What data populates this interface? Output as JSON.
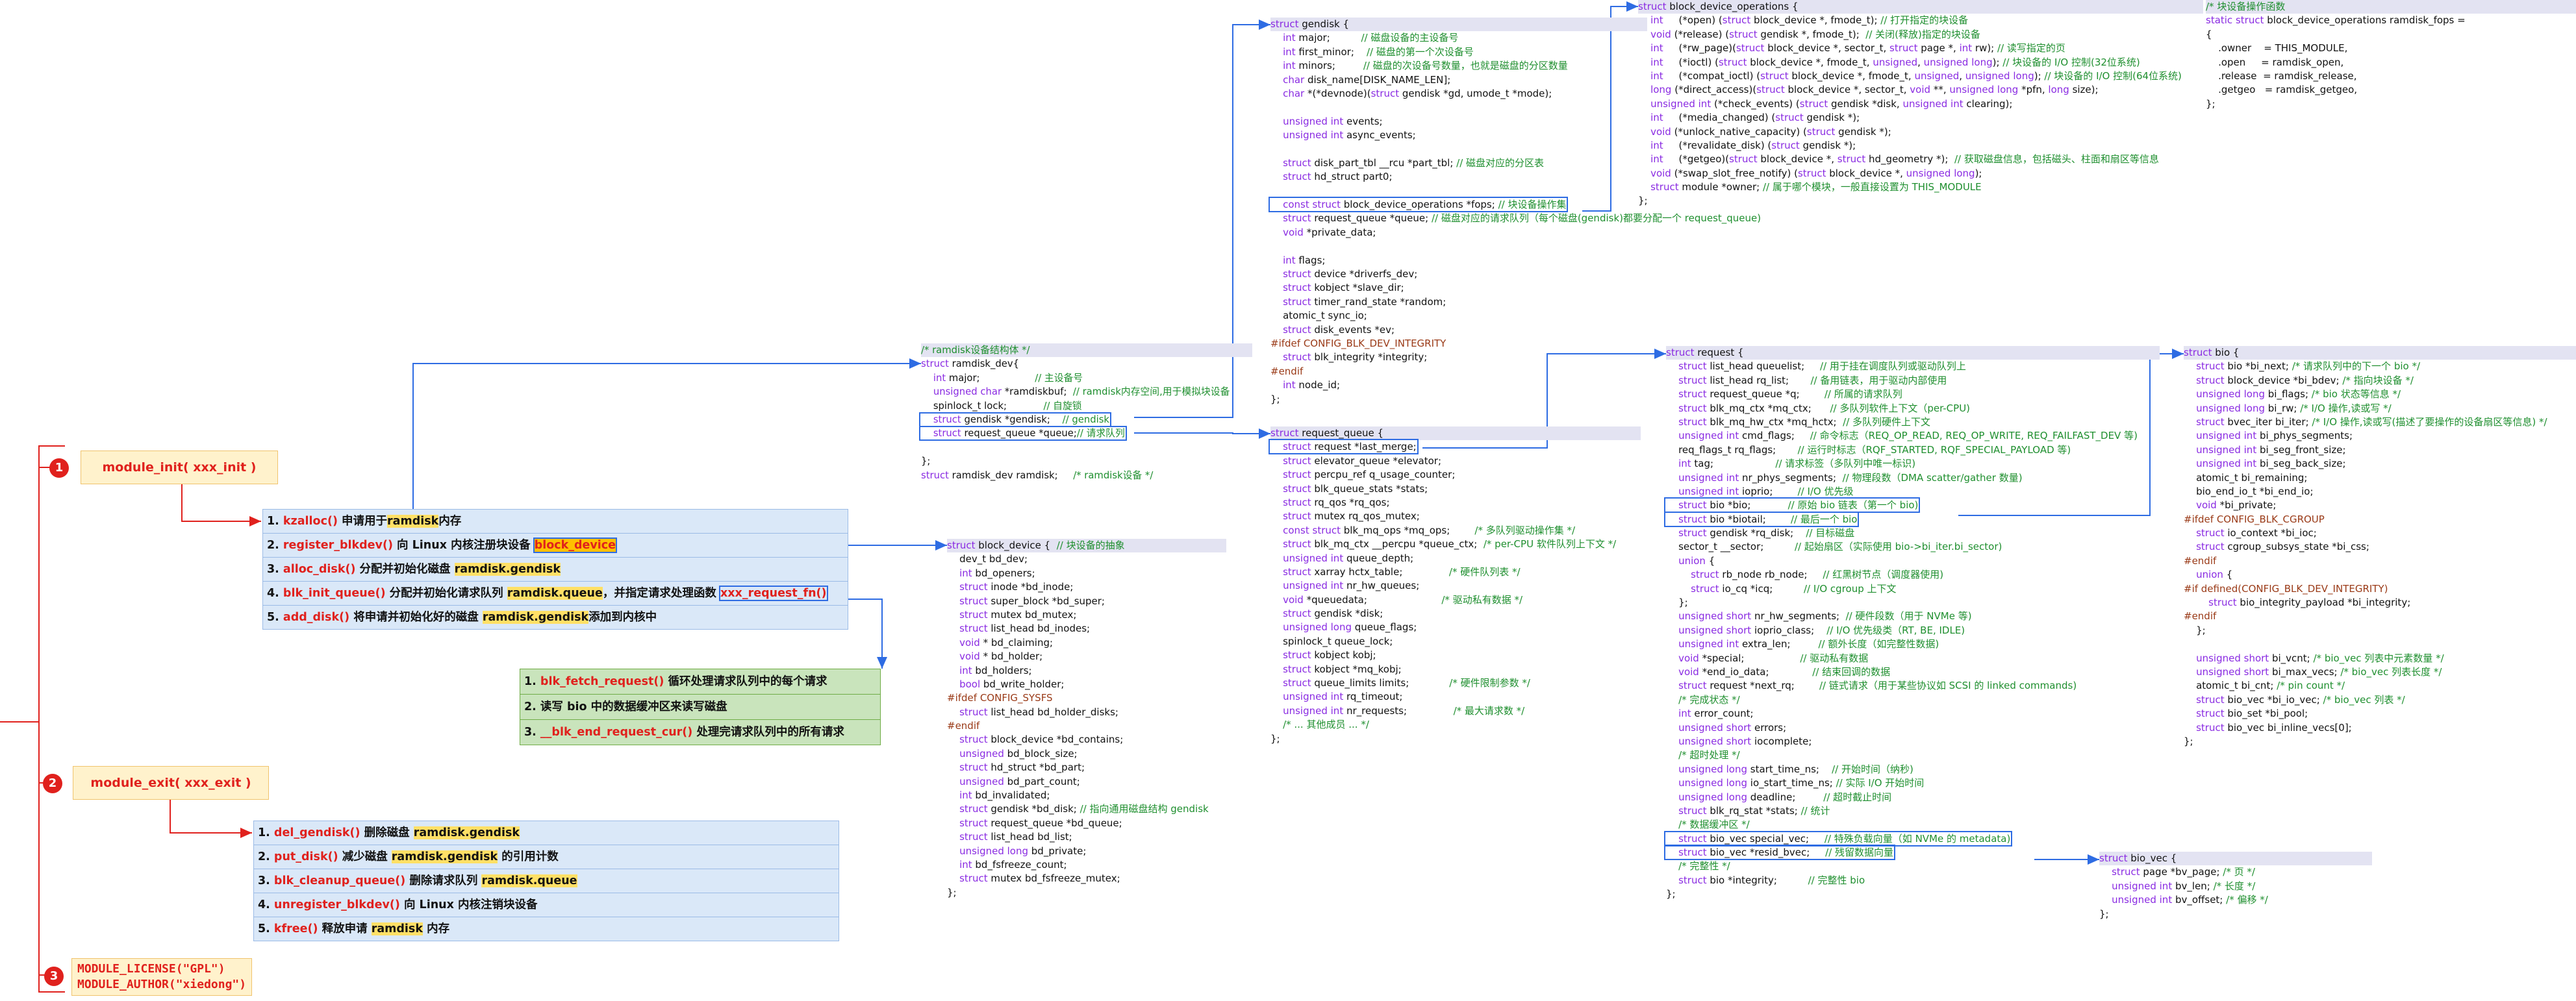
{
  "steps": {
    "init": {
      "num": "1",
      "label": "module_init( xxx_init )"
    },
    "exit": {
      "num": "2",
      "label": "module_exit( xxx_exit )"
    },
    "lic": {
      "num": "3",
      "line1": "MODULE_LICENSE(\"GPL\")",
      "line2": "MODULE_AUTHOR(\"xiedong\")"
    }
  },
  "init_list": [
    {
      "pre": "1. ",
      "fn": "kzalloc()",
      "mid": " 申请用于",
      "hl": "ramdisk",
      "post": "内存"
    },
    {
      "pre": "2. ",
      "fn": "register_blkdev()",
      "mid": " 向 Linux 内核注册块设备 ",
      "hl": "block_device",
      "post": ""
    },
    {
      "pre": "3. ",
      "fn": "alloc_disk()",
      "mid": " 分配并初始化磁盘 ",
      "hl": "ramdisk.gendisk",
      "post": ""
    },
    {
      "pre": "4. ",
      "fn": "blk_init_queue()",
      "mid": " 分配并初始化请求队列 ",
      "hl": "ramdisk.queue",
      "post": "，并指定请求处理函数 ",
      "fn2": "xxx_request_fn()"
    },
    {
      "pre": "5. ",
      "fn": "add_disk()",
      "mid": " 将申请并初始化好的磁盘 ",
      "hl": "ramdisk.gendisk",
      "post": "添加到内核中"
    }
  ],
  "req_list": [
    {
      "pre": "1. ",
      "fn": "blk_fetch_request()",
      "post": " 循环处理请求队列中的每个请求"
    },
    {
      "pre": "2. 读写 bio 中的数据缓冲区来读写磁盘",
      "fn": "",
      "post": ""
    },
    {
      "pre": "3. ",
      "fn": "__blk_end_request_cur()",
      "post": " 处理完请求队列中的所有请求"
    }
  ],
  "exit_list": [
    {
      "pre": "1. ",
      "fn": "del_gendisk()",
      "mid": " 删除磁盘 ",
      "hl": "ramdisk.gendisk",
      "post": ""
    },
    {
      "pre": "2. ",
      "fn": "put_disk()",
      "mid": " 减少磁盘 ",
      "hl": "ramdisk.gendisk",
      "post": " 的引用计数"
    },
    {
      "pre": "3. ",
      "fn": "blk_cleanup_queue()",
      "mid": " 删除请求队列 ",
      "hl": "ramdisk.queue",
      "post": ""
    },
    {
      "pre": "4. ",
      "fn": "unregister_blkdev()",
      "mid": " 向 Linux 内核注销块设备",
      "hl": "",
      "post": ""
    },
    {
      "pre": "5. ",
      "fn": "kfree()",
      "mid": " 释放申请 ",
      "hl": "ramdisk",
      "post": " 内存"
    }
  ],
  "code": {
    "ramdisk": [
      "/* ramdisk设备结构体 */",
      "struct ramdisk_dev{",
      "    int major;                  // 主设备号",
      "    unsigned char *ramdiskbuf;  // ramdisk内存空间,用于模拟块设备",
      "    spinlock_t lock;            // 自旋锁",
      "    struct gendisk *gendisk;    // gendisk",
      "    struct request_queue *queue;// 请求队列",
      "",
      "};",
      "struct ramdisk_dev ramdisk;     /* ramdisk设备 */"
    ],
    "block_device": [
      "struct block_device {  // 块设备的抽象",
      "    dev_t bd_dev;",
      "    int bd_openers;",
      "    struct inode *bd_inode;",
      "    struct super_block *bd_super;",
      "    struct mutex bd_mutex;",
      "    struct list_head bd_inodes;",
      "    void * bd_claiming;",
      "    void * bd_holder;",
      "    int bd_holders;",
      "    bool bd_write_holder;",
      "#ifdef CONFIG_SYSFS",
      "    struct list_head bd_holder_disks;",
      "#endif",
      "    struct block_device *bd_contains;",
      "    unsigned bd_block_size;",
      "    struct hd_struct *bd_part;",
      "    unsigned bd_part_count;",
      "    int bd_invalidated;",
      "    struct gendisk *bd_disk; // 指向通用磁盘结构 gendisk",
      "    struct request_queue *bd_queue;",
      "    struct list_head bd_list;",
      "    unsigned long bd_private;",
      "    int bd_fsfreeze_count;",
      "    struct mutex bd_fsfreeze_mutex;",
      "};"
    ],
    "gendisk": [
      "struct gendisk {",
      "    int major;          // 磁盘设备的主设备号",
      "    int first_minor;    // 磁盘的第一个次设备号",
      "    int minors;         // 磁盘的次设备号数量，也就是磁盘的分区数量",
      "    char disk_name[DISK_NAME_LEN];",
      "    char *(*devnode)(struct gendisk *gd, umode_t *mode);",
      "",
      "    unsigned int events;",
      "    unsigned int async_events;",
      "",
      "    struct disk_part_tbl __rcu *part_tbl; // 磁盘对应的分区表",
      "    struct hd_struct part0;",
      "",
      "    const struct block_device_operations *fops; // 块设备操作集",
      "    struct request_queue *queue; // 磁盘对应的请求队列（每个磁盘(gendisk)都要分配一个 request_queue)",
      "    void *private_data;",
      "",
      "    int flags;",
      "    struct device *driverfs_dev;",
      "    struct kobject *slave_dir;",
      "    struct timer_rand_state *random;",
      "    atomic_t sync_io;",
      "    struct disk_events *ev;",
      "#ifdef CONFIG_BLK_DEV_INTEGRITY",
      "    struct blk_integrity *integrity;",
      "#endif",
      "    int node_id;",
      "};"
    ],
    "bdops": [
      "struct block_device_operations {",
      "    int     (*open) (struct block_device *, fmode_t); // 打开指定的块设备",
      "    void (*release) (struct gendisk *, fmode_t);  // 关闭(释放)指定的块设备",
      "    int     (*rw_page)(struct block_device *, sector_t, struct page *, int rw); // 读写指定的页",
      "    int     (*ioctl) (struct block_device *, fmode_t, unsigned, unsigned long); // 块设备的 I/O 控制(32位系统)",
      "    int     (*compat_ioctl) (struct block_device *, fmode_t, unsigned, unsigned long); // 块设备的 I/O 控制(64位系统)",
      "    long (*direct_access)(struct block_device *, sector_t, void **, unsigned long *pfn, long size);",
      "    unsigned int (*check_events) (struct gendisk *disk, unsigned int clearing);",
      "    int     (*media_changed) (struct gendisk *);",
      "    void (*unlock_native_capacity) (struct gendisk *);",
      "    int     (*revalidate_disk) (struct gendisk *);",
      "    int     (*getgeo)(struct block_device *, struct hd_geometry *);  // 获取磁盘信息，包括磁头、柱面和扇区等信息",
      "    void (*swap_slot_free_notify) (struct block_device *, unsigned long);",
      "    struct module *owner; // 属于哪个模块，一般直接设置为 THIS_MODULE",
      "};"
    ],
    "fops": [
      "/* 块设备操作函数",
      "static struct block_device_operations ramdisk_fops =",
      "{",
      "    .owner    = THIS_MODULE,",
      "    .open     = ramdisk_open,",
      "    .release  = ramdisk_release,",
      "    .getgeo   = ramdisk_getgeo,",
      "};"
    ],
    "request_queue": [
      "struct request_queue {",
      "    struct request *last_merge;",
      "    struct elevator_queue *elevator;",
      "    struct percpu_ref q_usage_counter;",
      "    struct blk_queue_stats *stats;",
      "    struct rq_qos *rq_qos;",
      "    struct mutex rq_qos_mutex;",
      "    const struct blk_mq_ops *mq_ops;        /* 多队列驱动操作集 */",
      "    struct blk_mq_ctx __percpu *queue_ctx;  /* per-CPU 软件队列上下文 */",
      "    unsigned int queue_depth;",
      "    struct xarray hctx_table;               /* 硬件队列表 */",
      "    unsigned int nr_hw_queues;",
      "    void *queuedata;                        /* 驱动私有数据 */",
      "    struct gendisk *disk;",
      "    unsigned long queue_flags;",
      "    spinlock_t queue_lock;",
      "    struct kobject kobj;",
      "    struct kobject *mq_kobj;",
      "    struct queue_limits limits;             /* 硬件限制参数 */",
      "    unsigned int rq_timeout;",
      "    unsigned int nr_requests;               /* 最大请求数 */",
      "    /* ... 其他成员 ... */",
      "};"
    ],
    "request": [
      "struct request {",
      "    struct list_head queuelist;     // 用于挂在调度队列或驱动队列上",
      "    struct list_head rq_list;       // 备用链表，用于驱动内部使用",
      "    struct request_queue *q;        // 所属的请求队列",
      "    struct blk_mq_ctx *mq_ctx;      // 多队列软件上下文（per-CPU)",
      "    struct blk_mq_hw_ctx *mq_hctx;  // 多队列硬件上下文",
      "    unsigned int cmd_flags;     // 命令标志（REQ_OP_READ, REQ_OP_WRITE, REQ_FAILFAST_DEV 等)",
      "    req_flags_t rq_flags;       // 运行时标志（RQF_STARTED, RQF_SPECIAL_PAYLOAD 等)",
      "    int tag;                    // 请求标签（多队列中唯一标识)",
      "    unsigned int nr_phys_segments;  // 物理段数（DMA scatter/gather 数量)",
      "    unsigned int ioprio;        // I/O 优先级",
      "    struct bio *bio;            // 原始 bio 链表（第一个 bio)",
      "    struct bio *biotail;        // 最后一个 bio",
      "    struct gendisk *rq_disk;    // 目标磁盘",
      "    sector_t __sector;          // 起始扇区（实际使用 bio->bi_iter.bi_sector)",
      "    union {",
      "        struct rb_node rb_node;     // 红黑树节点（调度器使用)",
      "        struct io_cq *icq;          // I/O cgroup 上下文",
      "    };",
      "    unsigned short nr_hw_segments;  // 硬件段数（用于 NVMe 等)",
      "    unsigned short ioprio_class;    // I/O 优先级类（RT, BE, IDLE)",
      "    unsigned int extra_len;         // 额外长度（如完整性数据)",
      "    void *special;                  // 驱动私有数据",
      "    void *end_io_data;              // 结束回调的数据",
      "    struct request *next_rq;        // 链式请求（用于某些协议如 SCSI 的 linked commands)",
      "    /* 完成状态 */",
      "    int error_count;",
      "    unsigned short errors;",
      "    unsigned short iocomplete;",
      "    /* 超时处理 */",
      "    unsigned long start_time_ns;    // 开始时间（纳秒)",
      "    unsigned long io_start_time_ns; // 实际 I/O 开始时间",
      "    unsigned long deadline;         // 超时截止时间",
      "    struct blk_rq_stat *stats; // 统计",
      "    /* 数据缓冲区 */",
      "    struct bio_vec special_vec;     // 特殊负载向量（如 NVMe 的 metadata)",
      "    struct bio_vec *resid_bvec;     // 残留数据向量",
      "    /* 完整性 */",
      "    struct bio *integrity;          // 完整性 bio",
      "};"
    ],
    "bio": [
      "struct bio {",
      "    struct bio *bi_next; /* 请求队列中的下一个 bio */",
      "    struct block_device *bi_bdev; /* 指向块设备 */",
      "    unsigned long bi_flags; /* bio 状态等信息 */",
      "    unsigned long bi_rw; /* I/O 操作,读或写 */",
      "    struct bvec_iter bi_iter; /* I/O 操作,读或写(描述了要操作的设备扇区等信息) */",
      "    unsigned int bi_phys_segments;",
      "    unsigned int bi_seg_front_size;",
      "    unsigned int bi_seg_back_size;",
      "    atomic_t bi_remaining;",
      "    bio_end_io_t *bi_end_io;",
      "    void *bi_private;",
      "#ifdef CONFIG_BLK_CGROUP",
      "    struct io_context *bi_ioc;",
      "    struct cgroup_subsys_state *bi_css;",
      "#endif",
      "    union {",
      "#if defined(CONFIG_BLK_DEV_INTEGRITY)",
      "        struct bio_integrity_payload *bi_integrity;",
      "#endif",
      "    };",
      "",
      "    unsigned short bi_vcnt; /* bio_vec 列表中元素数量 */",
      "    unsigned short bi_max_vecs; /* bio_vec 列表长度 */",
      "    atomic_t bi_cnt; /* pin count */",
      "    struct bio_vec *bi_io_vec; /* bio_vec 列表 */",
      "    struct bio_set *bi_pool;",
      "    struct bio_vec bi_inline_vecs[0];",
      "};"
    ],
    "bio_vec": [
      "struct bio_vec {",
      "    struct page *bv_page; /* 页 */",
      "    unsigned int bv_len; /* 长度 */",
      "    unsigned int bv_offset; /* 偏移 */",
      "};"
    ]
  },
  "colors": {
    "accent_red": "#e0211d",
    "link_blue": "#2e6ce3",
    "step_bg": "#fff2cc",
    "list_bg": "#dae8f8",
    "green_bg": "#c9e4bc"
  }
}
